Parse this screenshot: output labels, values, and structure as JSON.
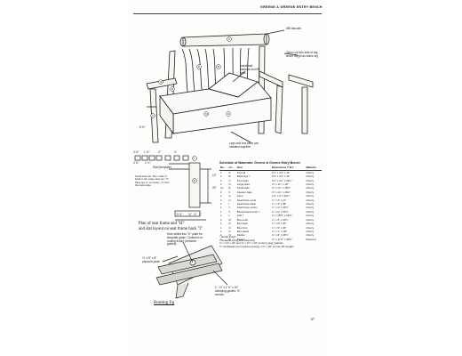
{
  "header": {
    "title": "GREENE & GREENE ENTRY BENCH"
  },
  "callouts": {
    "top_rail": "#50 biscuits",
    "tenon": "Tenon cut into side of leg; tenon height as frame leg",
    "seat_lid": "Install slat bottoms and lift slats",
    "dims_left": "8 ½\"",
    "legs_note": "Legs and box parts pre-installed together"
  },
  "frame_detail": {
    "dims_top": [
      "3 ½\"",
      "1 ½\"",
      "2\"",
      "4\""
    ],
    "dims_mid": [
      "3 ½\"",
      "1 ¼\""
    ],
    "slat": "Slat (template)",
    "right_dims": [
      "10\"",
      "24\""
    ],
    "bottom_dims": [
      "9 ⅛\"",
      "¾\"",
      "¼\"",
      "1\""
    ],
    "note": "Small slots are \"fine\" ends of bottom rail. Large slots are \"⅝\" Slots are ¾\" on center, ⅝\" from the back edge."
  },
  "caption": {
    "line1": "Plan of seat frame and \"H\"",
    "line2": "and slat layout on seat frame back \"I\""
  },
  "jig": {
    "callout1": "Hole drilled into \"H\" plate for template guide. Centered on routing fixture (between guides).",
    "callout2": "¼\" x 8\" x 8\" plywood plate",
    "callout3": "2 - ¾\" x 1 ½\" x 10\" clamping guides. ⅝\" screws",
    "title": "Routing Jig"
  },
  "schedule": {
    "title": "Schedule of Materials: Greene & Greene Entry Bench",
    "columns": [
      "No.",
      "Ltr.",
      "Item",
      "Dimensions T W L",
      "Material"
    ],
    "rows": [
      [
        "1",
        "A",
        "Top rail",
        "1½\" x 4½\" x 41\"",
        "Cherry"
      ],
      [
        "2",
        "B",
        "Back legs †",
        "2½\" x 4½\" x 43\"",
        "Cherry"
      ],
      [
        "2",
        "C",
        "Front legs",
        "1¼\" x 2¼\" x 23¾\"",
        "Cherry"
      ],
      [
        "2",
        "D",
        "Large slats",
        "⅝\" x 1¾\" x 19\"",
        "Cherry"
      ],
      [
        "14",
        "E",
        "Small slats",
        "⅝\" x 1¼\" x 18½\"",
        "Cherry"
      ],
      [
        "2",
        "F",
        "Cleaner slats",
        "⅝\" x 1¼\" x 18¼\"",
        "Cherry"
      ],
      [
        "2",
        "G",
        "Arms",
        "1⅝\" x 3\" x 20¾\"",
        "Cherry"
      ],
      [
        "2",
        "H",
        "Seat frame ends",
        "¾\" x 4\" x 17\"",
        "Cherry"
      ],
      [
        "1",
        "I",
        "Seat frame back",
        "¾\" x 4\" x 38\"",
        "Cherry"
      ],
      [
        "1",
        "J",
        "Seat frame center",
        "¾\" x 4\" x 15½\"",
        "Cherry"
      ],
      [
        "1",
        "K",
        "Bread board ends †",
        "¾\" x 2\" x 15½\"",
        "Cherry"
      ],
      [
        "1",
        "L",
        "Lids †",
        "¾\" x 15½\" x 16⅝\"",
        "Cherry"
      ],
      [
        "2",
        "M",
        "Box ends",
        "¾\" x 9\" x 16½\"",
        "Cherry"
      ],
      [
        "1",
        "N",
        "Box back",
        "¾\" x 9\" x 36\"",
        "Cherry"
      ],
      [
        "1",
        "O",
        "Box front",
        "¾\" x 9\" x 36\"",
        "Cherry"
      ],
      [
        "2",
        "P",
        "Box cleats",
        "¾\" x ¾\" x 36\"",
        "Cherry"
      ],
      [
        "1",
        "Q",
        "Divider",
        "¾\" x 9\" x 15½\"",
        "Cherry"
      ],
      [
        "1",
        "R",
        "Bottom",
        "½\" x 17½\" x 36½\"",
        "Plywood"
      ]
    ]
  },
  "notes": [
    "* Rough length",
    "† Requires fitting after assembly",
    "⅝\" x 1⅝\" x 20\" and ⅝\" x 1½\" x 20\" of ebony plug material",
    "½\" doublewall cord continuous hinge; 1½\" x 48\" cut into 18\" lengths"
  ],
  "page_number": "67"
}
